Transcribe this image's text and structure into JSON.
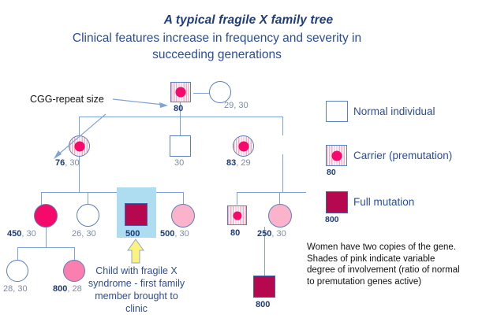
{
  "title": {
    "main": "A typical fragile X family tree",
    "sub_line1": "Clinical features increase in frequency and severity in",
    "sub_line2": "succeeding generations"
  },
  "annotations": {
    "cgg_label": "CGG-repeat size",
    "callout_line1": "Child with fragile X",
    "callout_line2": "syndrome - first family",
    "callout_line3": "member brought to clinic",
    "note_line1": "Women have two copies of the gene.",
    "note_line2": "Shades of pink indicate variable",
    "note_line3": "degree of involvement (ratio of normal",
    "note_line4": "to premutation genes active)"
  },
  "legend": {
    "items": [
      {
        "label": "Normal individual",
        "number": ""
      },
      {
        "label": "Carrier (premutation)",
        "number": "80"
      },
      {
        "label": "Full mutation",
        "number": "800"
      }
    ]
  },
  "pedigree": {
    "generation1": [
      {
        "id": "g1-father",
        "shape": "square",
        "status": "carrier",
        "sex": "male",
        "repeat_bold": "80",
        "repeat_rest": ""
      },
      {
        "id": "g1-mother",
        "shape": "circle",
        "status": "normal",
        "sex": "female",
        "repeat_bold": "",
        "repeat_rest": "29, 30"
      }
    ],
    "generation2": [
      {
        "id": "g2-daughter-1",
        "shape": "circle",
        "status": "carrier",
        "sex": "female",
        "repeat_bold": "76",
        "repeat_rest": ", 30"
      },
      {
        "id": "g2-son",
        "shape": "square",
        "status": "normal",
        "sex": "male",
        "repeat_bold": "",
        "repeat_rest": "30"
      },
      {
        "id": "g2-daughter-2",
        "shape": "circle",
        "status": "carrier",
        "sex": "female",
        "repeat_bold": "83",
        "repeat_rest": ", 29"
      }
    ],
    "generation3": [
      {
        "id": "g3-child-1",
        "shape": "circle",
        "status": "hot-pink",
        "sex": "female",
        "repeat_bold": "450",
        "repeat_rest": ", 30"
      },
      {
        "id": "g3-child-2",
        "shape": "circle",
        "status": "normal",
        "sex": "female",
        "repeat_bold": "",
        "repeat_rest": "26, 30"
      },
      {
        "id": "g3-child-3",
        "shape": "square",
        "status": "full-mutation",
        "sex": "male",
        "repeat_bold": "500",
        "repeat_rest": ""
      },
      {
        "id": "g3-child-4",
        "shape": "circle",
        "status": "mid-pink",
        "sex": "female",
        "repeat_bold": "500",
        "repeat_rest": ", 30"
      },
      {
        "id": "g3-child-5",
        "shape": "square",
        "status": "carrier",
        "sex": "male",
        "repeat_bold": "80",
        "repeat_rest": ""
      },
      {
        "id": "g3-child-6",
        "shape": "circle",
        "status": "mid-pink",
        "sex": "female",
        "repeat_bold": "250",
        "repeat_rest": ", 30"
      }
    ],
    "generation4": [
      {
        "id": "g4-child-1",
        "shape": "circle",
        "status": "normal",
        "sex": "female",
        "repeat_bold": "",
        "repeat_rest": "28, 30"
      },
      {
        "id": "g4-child-2",
        "shape": "circle",
        "status": "hot-pink-mid",
        "sex": "female",
        "repeat_bold": "800",
        "repeat_rest": ", 28"
      },
      {
        "id": "g4-child-3",
        "shape": "square",
        "status": "full-mutation",
        "sex": "male",
        "repeat_bold": "800",
        "repeat_rest": ""
      }
    ]
  },
  "colors": {
    "title_blue": "#1F3D7A",
    "body_blue": "#2B4D9B",
    "line_blue": "#7FA3D4",
    "carrier_dot": "#F5096B",
    "full_mutation": "#B5084F",
    "pink_mid": "#FBB2CB",
    "pink_hot": "#F5096B",
    "highlight": "#AEDCF0",
    "arrow_yellow": "#FCF27E",
    "label_grey": "#7A8BA8",
    "label_bold": "#1B3A7A"
  }
}
